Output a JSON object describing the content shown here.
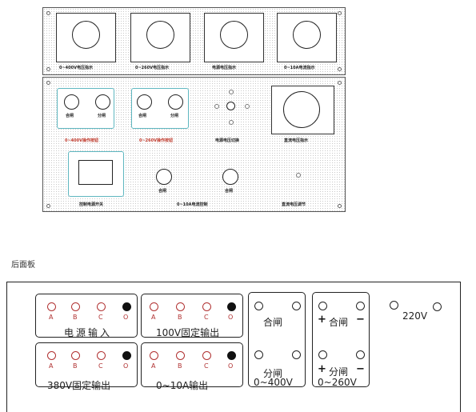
{
  "front_panel": {
    "meters": [
      {
        "label": "0~400V电压指示"
      },
      {
        "label": "0~260V电压指示"
      },
      {
        "label": "电源电压指示"
      },
      {
        "label": "0~10A电流指示"
      }
    ],
    "op400": {
      "close": "合闸",
      "open": "分闸",
      "label": "0~400V操作按钮"
    },
    "op260": {
      "close": "合闸",
      "open": "分闸",
      "label": "0~260V操作按钮"
    },
    "switch_label": "电源电压切换",
    "dc_meter_label": "直流电压指示",
    "ctrl_label": "控制电源开关",
    "current_close": "合闸",
    "current_open": "合闸",
    "current_label": "0~10A电流控制",
    "dc_adjust_label": "直流电压调节"
  },
  "rear_title": "后面板",
  "rear_panel": {
    "phases": [
      "A",
      "B",
      "C",
      "O"
    ],
    "power_in": "电源输入",
    "out100": "100V固定输出",
    "out380": "380V固定输出",
    "out10a": "0~10A输出",
    "g400_close": "合闸",
    "g400_open": "分闸",
    "g400_label": "0~400V",
    "g260_close": "合闸",
    "g260_open": "分闸",
    "g260_label": "0~260V",
    "plus": "+",
    "minus": "−",
    "v220": "220V"
  }
}
